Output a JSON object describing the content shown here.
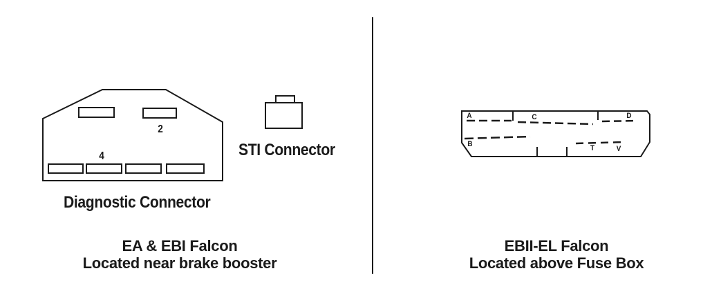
{
  "figure": {
    "left": {
      "diagnostic_connector_label": "Diagnostic Connector",
      "pin_group_2_label": "2",
      "pin_group_4_label": "4",
      "sti_connector_label": "STI Connector",
      "caption_line1": "EA & EBI Falcon",
      "caption_line2": "Located near brake booster"
    },
    "right": {
      "pin_labels": {
        "a": "A",
        "b": "B",
        "c": "C",
        "d": "D",
        "t": "T",
        "v": "V"
      },
      "caption_line1": "EBII-EL Falcon",
      "caption_line2": "Located above Fuse Box"
    },
    "colors": {
      "ink": "#1a1a1a",
      "background": "#ffffff"
    }
  }
}
